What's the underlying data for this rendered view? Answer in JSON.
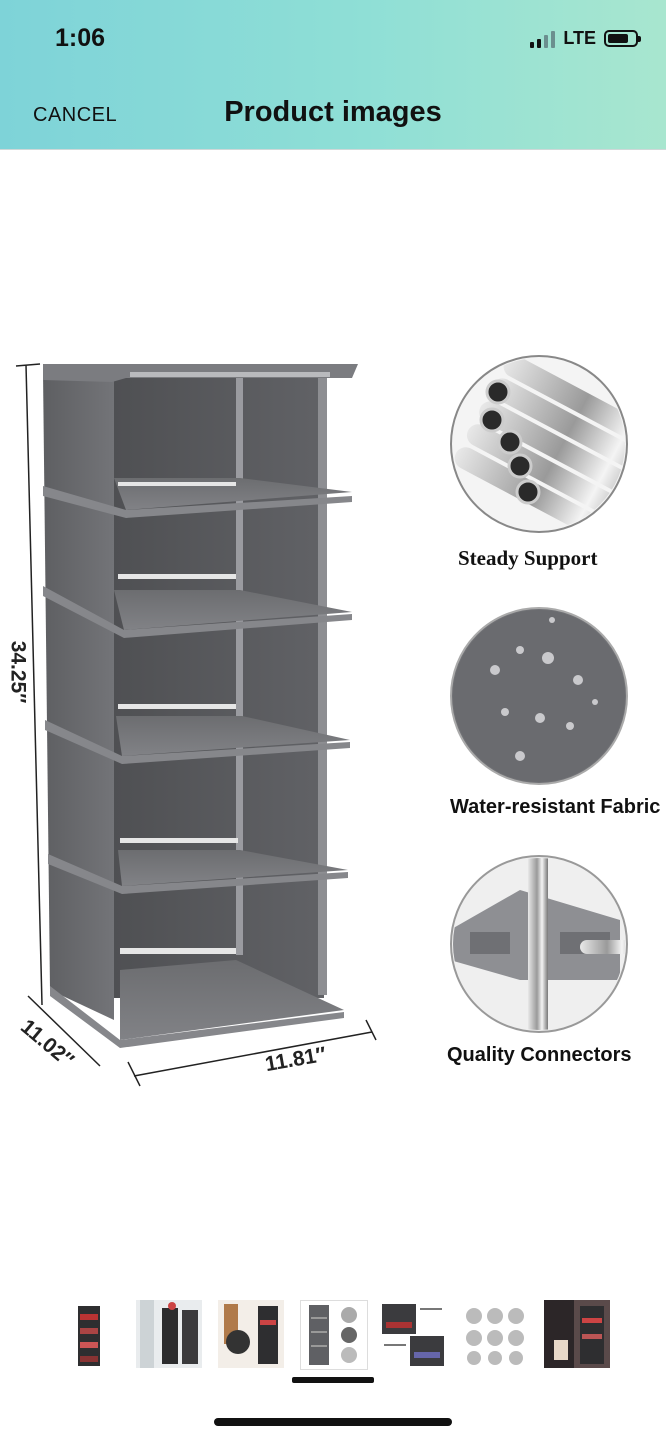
{
  "status_bar": {
    "time": "1:06",
    "network": "LTE"
  },
  "header": {
    "cancel_label": "CANCEL",
    "title": "Product images"
  },
  "product_image": {
    "dimensions": {
      "height": "34.25″",
      "depth": "11.02″",
      "width": "11.81″"
    },
    "features": [
      {
        "label": "Steady Support",
        "icon": "steel-tubes-icon"
      },
      {
        "label": "Water-resistant Fabric",
        "icon": "fabric-droplets-icon"
      },
      {
        "label": "Quality Connectors",
        "icon": "connector-icon"
      }
    ]
  },
  "thumbnails": {
    "count": 7,
    "selected_index": 3
  },
  "colors": {
    "header_start": "#7ed3d8",
    "header_end": "#a8e6cf",
    "rack_gray": "#6e6f72"
  }
}
